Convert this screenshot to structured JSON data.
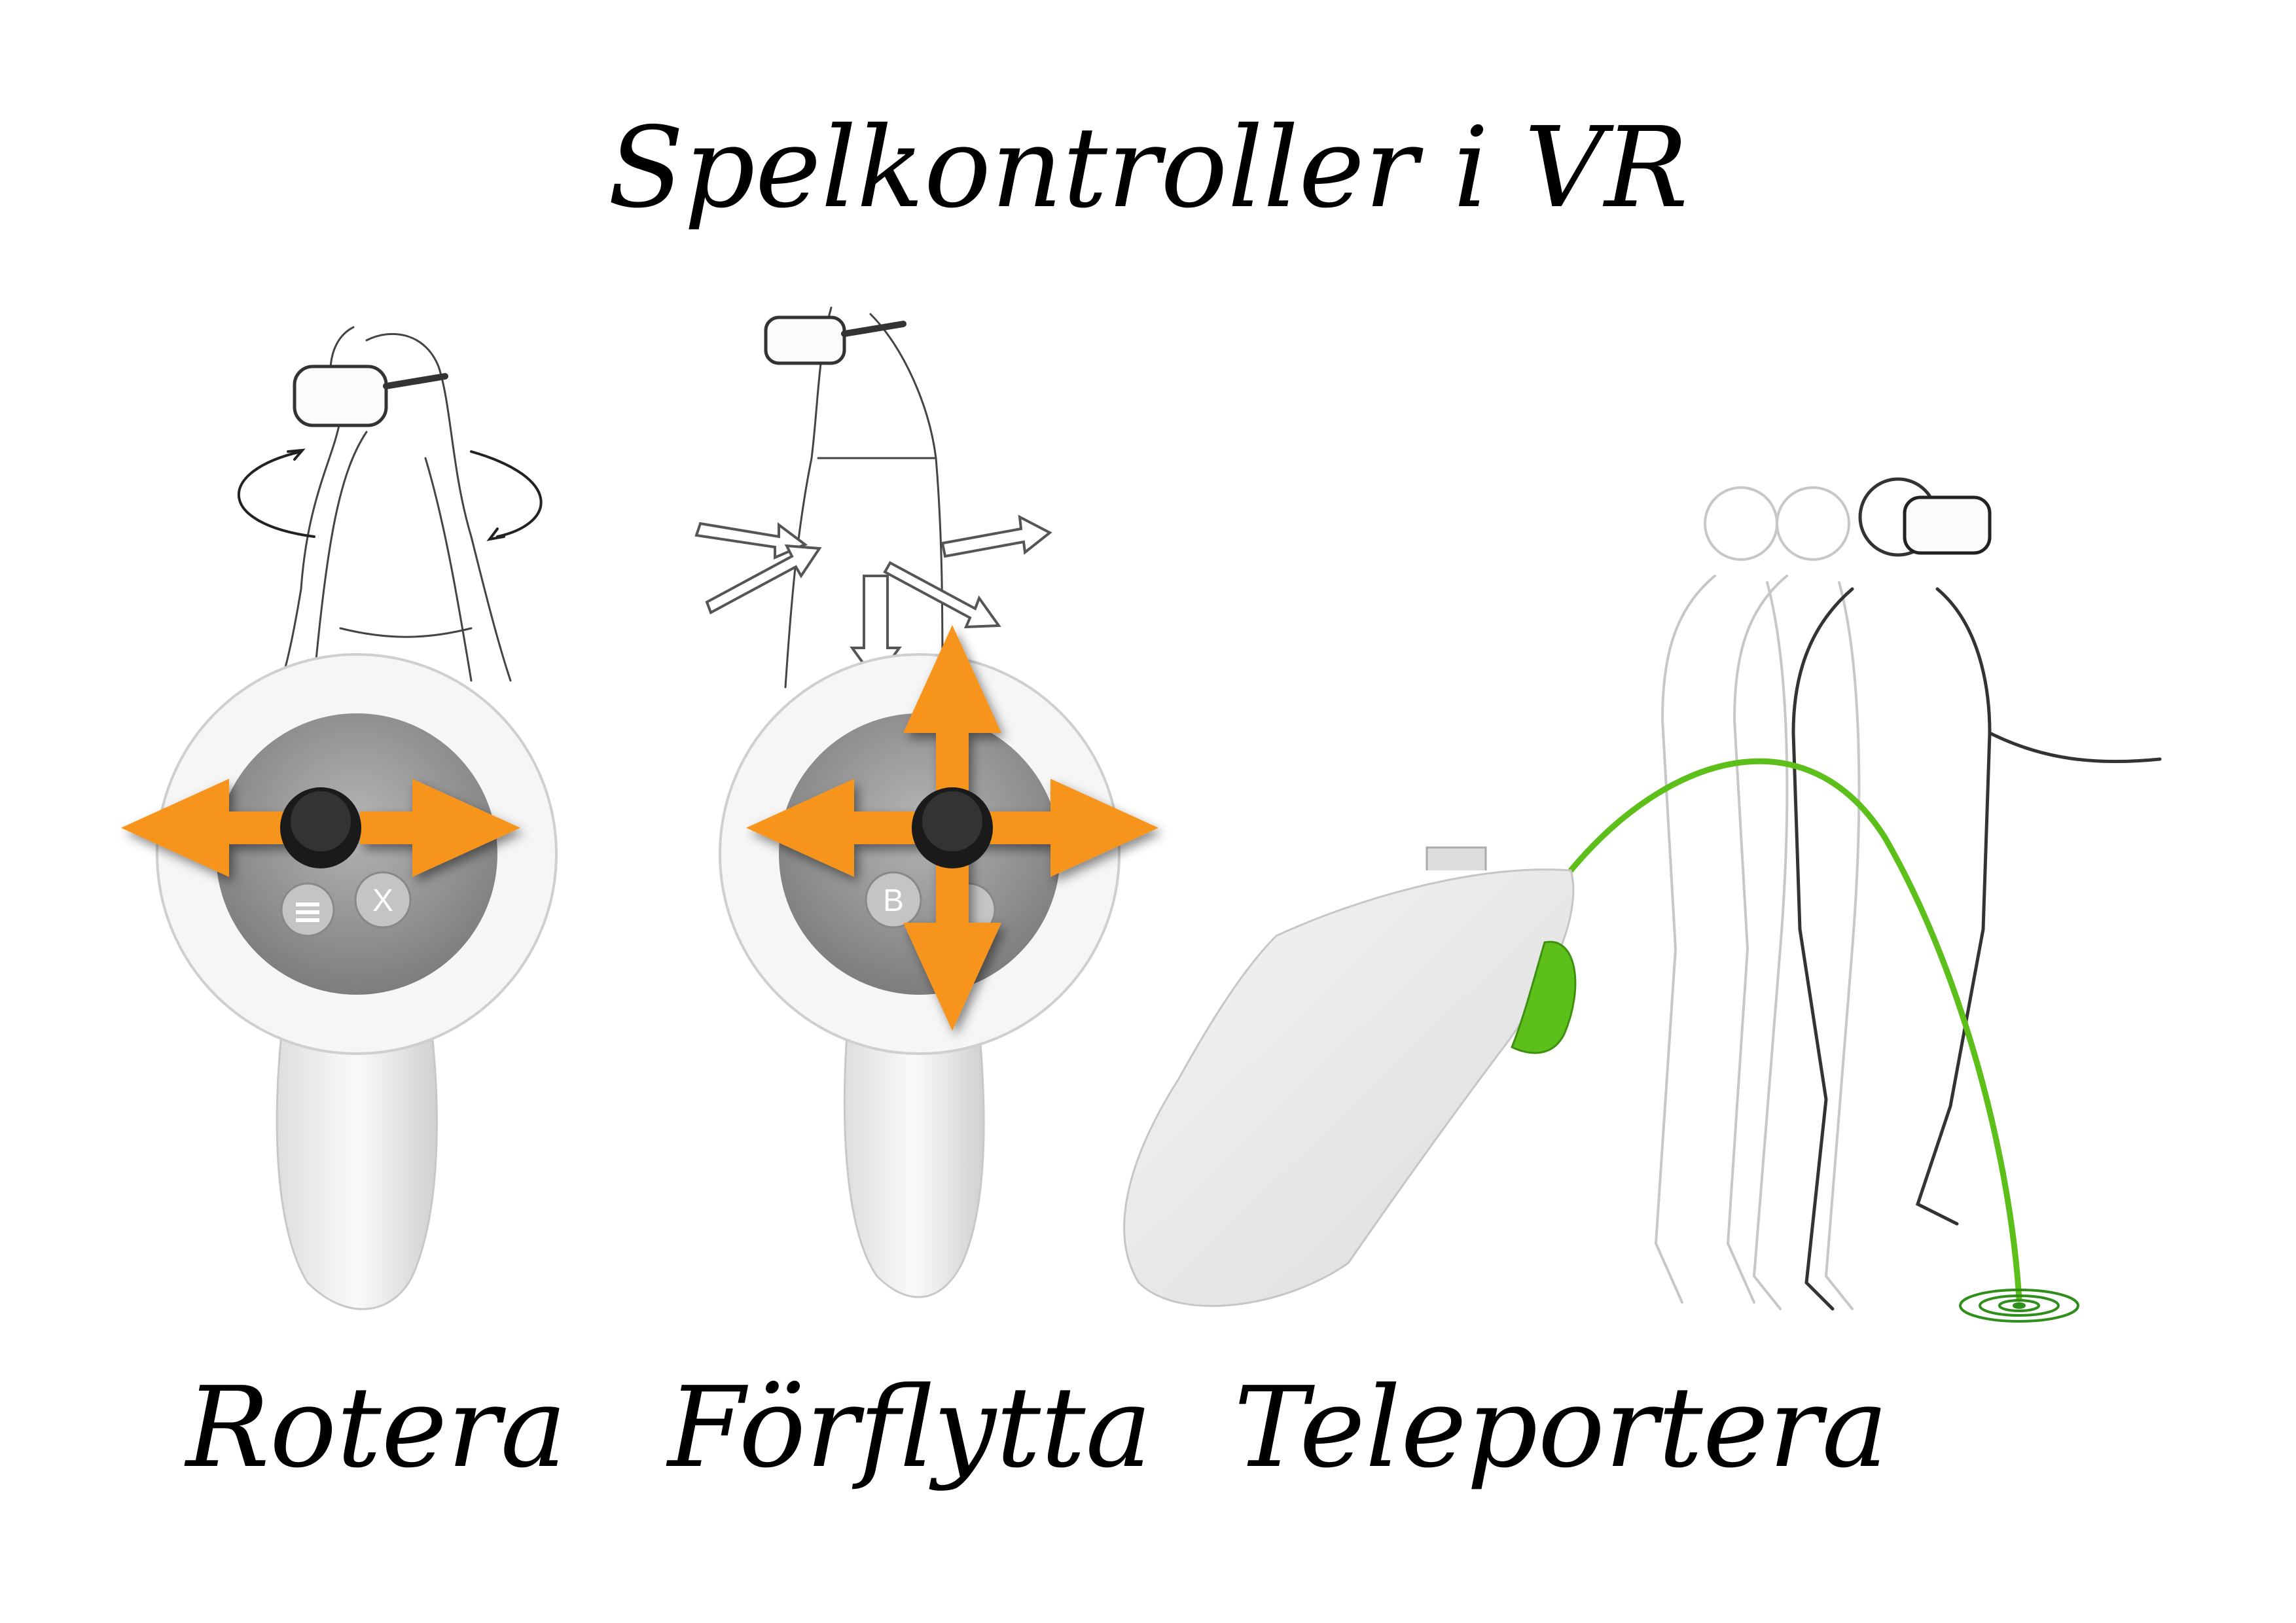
{
  "title": "Spelkontroller i VR",
  "panels": [
    {
      "label": "Rotera",
      "arrows": "left-right"
    },
    {
      "label": "Förflytta",
      "arrows": "four-way",
      "button_label": "B"
    },
    {
      "label": "Teleportera"
    }
  ],
  "rotate_controller": {
    "menu_button_icon": "menu-icon",
    "x_button_label": "X"
  },
  "colors": {
    "arrow": "#f7941d",
    "teleport_arc": "#5cbf1a",
    "controller_body": "#eeeeee",
    "controller_face": "#9a9a9a",
    "text": "#000000"
  }
}
